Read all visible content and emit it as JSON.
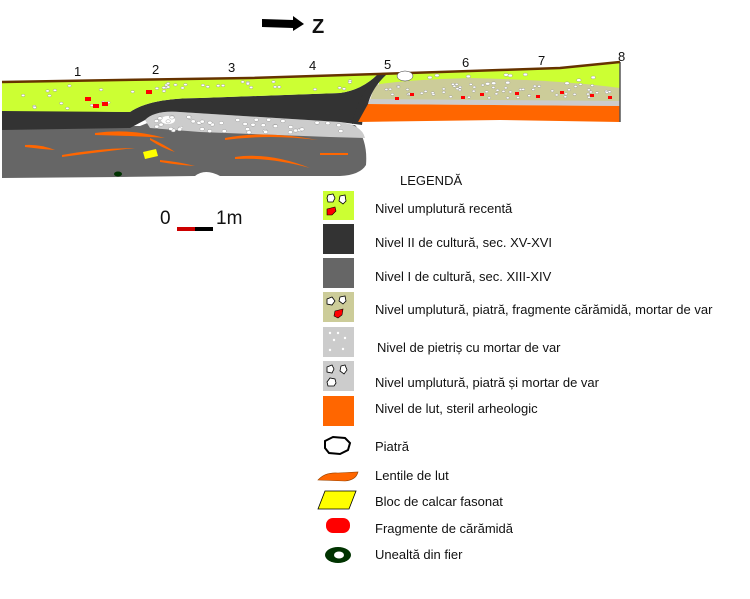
{
  "north": {
    "label": "Z"
  },
  "markers": [
    "1",
    "2",
    "3",
    "4",
    "5",
    "6",
    "7",
    "8"
  ],
  "scale": {
    "start": "0",
    "end": "1m"
  },
  "legend": {
    "title": "LEGENDĂ",
    "layers": [
      {
        "label": "Nivel umplutură recentă",
        "color": "#ccff33"
      },
      {
        "label": "Nivel II de cultură, sec. XV-XVI",
        "color": "#333333"
      },
      {
        "label": "Nivel I de cultură, sec. XIII-XIV",
        "color": "#666666"
      },
      {
        "label": "Nivel umplutură, piatră, fragmente cărămidă, mortar de var",
        "color": "#cccc99"
      },
      {
        "label": "Nivel de pietriș cu mortar de var",
        "color": "#cccccc"
      },
      {
        "label": "Nivel umplutură, piatră și mortar de var",
        "color": "#cccccc"
      },
      {
        "label": "Nivel de lut, steril arheologic",
        "color": "#ff6600"
      }
    ],
    "symbols": [
      {
        "label": "Piatră"
      },
      {
        "label": "Lentile de lut",
        "color": "#ff6600"
      },
      {
        "label": "Bloc de calcar fasonat",
        "color": "#ffff00"
      },
      {
        "label": "Fragmente de cărămidă",
        "color": "#ff0000"
      },
      {
        "label": "Unealtă din fier",
        "color": "#003300"
      }
    ]
  }
}
